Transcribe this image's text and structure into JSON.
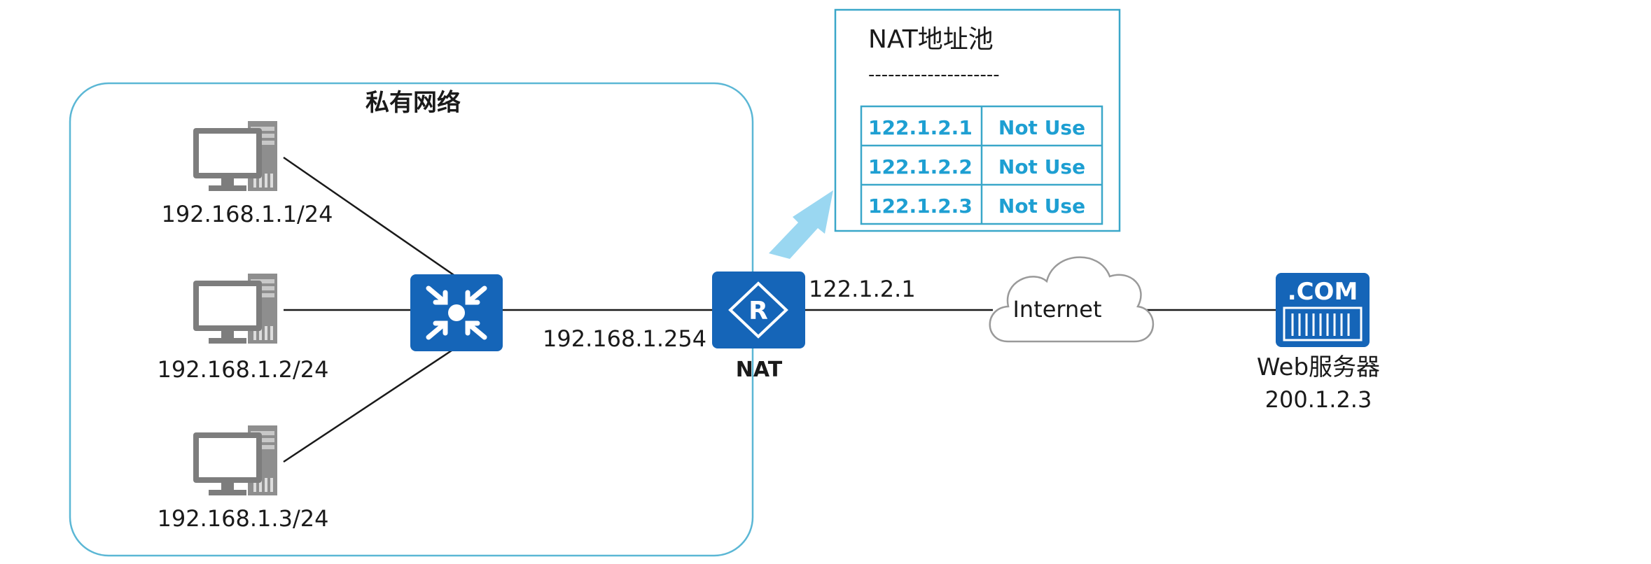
{
  "private_network": {
    "title": "私有网络",
    "hosts": [
      {
        "ip": "192.168.1.1/24",
        "icon": "desktop-pc-icon"
      },
      {
        "ip": "192.168.1.2/24",
        "icon": "desktop-pc-icon"
      },
      {
        "ip": "192.168.1.3/24",
        "icon": "desktop-pc-icon"
      }
    ],
    "switch": {
      "icon": "switch-icon"
    }
  },
  "router": {
    "label": "NAT",
    "inside_ip": "192.168.1.254",
    "outside_ip": "122.1.2.1",
    "icon": "router-icon"
  },
  "cloud": {
    "label": "Internet",
    "icon": "cloud-icon"
  },
  "server": {
    "badge": ".COM",
    "name": "Web服务器",
    "ip": "200.1.2.3",
    "icon": "web-server-icon"
  },
  "nat_pool": {
    "title": "NAT地址池",
    "separator": "--------------------",
    "rows": [
      {
        "ip": "122.1.2.1",
        "status": "Not Use"
      },
      {
        "ip": "122.1.2.2",
        "status": "Not Use"
      },
      {
        "ip": "122.1.2.3",
        "status": "Not Use"
      }
    ]
  },
  "colors": {
    "accent": "#1565b8",
    "pool_text": "#1e9fd2",
    "pool_border": "#3aa7c9",
    "network_border": "#5bb7d5",
    "pc_gray": "#8c8c8c"
  }
}
